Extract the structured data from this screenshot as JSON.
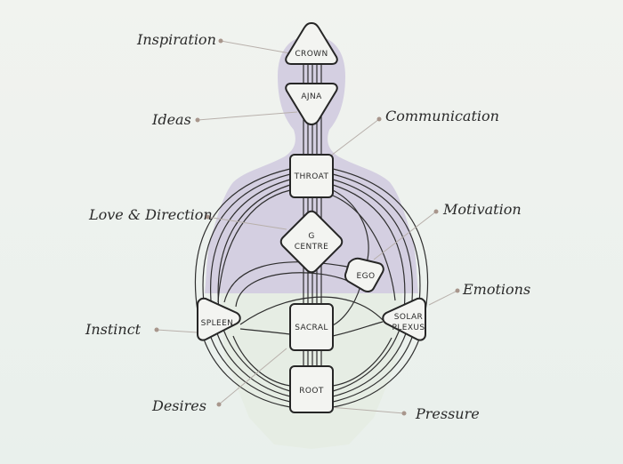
{
  "colors": {
    "silhouette": "#d4cfe1",
    "legs": "#e6ede4",
    "center_fill": "#f3f4f1",
    "center_stroke": "#262626",
    "leader": "#b8b0ab",
    "dot": "#a8968c"
  },
  "centers": {
    "crown": "CROWN",
    "ajna": "AJNA",
    "throat": "THROAT",
    "g_line1": "G",
    "g_line2": "CENTRE",
    "ego": "EGO",
    "spleen": "SPLEEN",
    "sacral": "SACRAL",
    "solar_line1": "SOLAR",
    "solar_line2": "PLEXUS",
    "root": "ROOT"
  },
  "annotations": {
    "inspiration": "Inspiration",
    "ideas": "Ideas",
    "communication": "Communication",
    "love_direction": "Love & Direction",
    "motivation": "Motivation",
    "emotions": "Emotions",
    "instinct": "Instinct",
    "desires": "Desires",
    "pressure": "Pressure"
  }
}
